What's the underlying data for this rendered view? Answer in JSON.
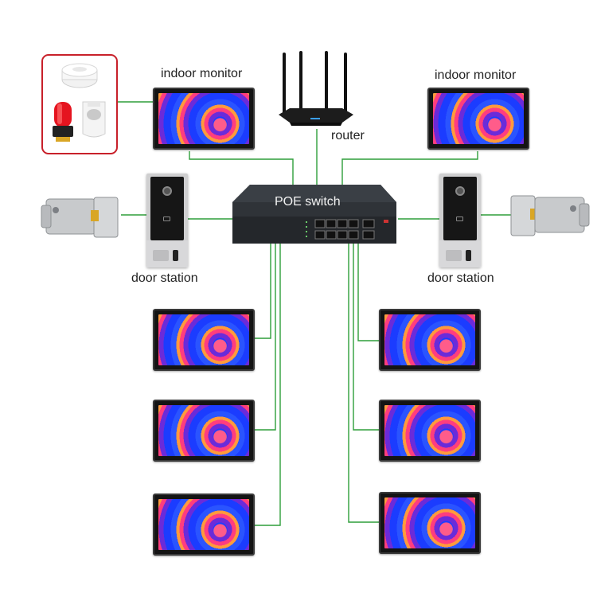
{
  "labels": {
    "indoor_monitor_left": "indoor monitor",
    "indoor_monitor_right": "indoor monitor",
    "router": "router",
    "poe_switch": "POE switch",
    "door_station_left": "door station",
    "door_station_right": "door station"
  },
  "colors": {
    "wire": "#2e9e3a",
    "alarm_border": "#c8202a",
    "switch_body": "#2f3338"
  },
  "icons": [
    "smoke-detector-icon",
    "alarm-siren-icon",
    "pir-sensor-icon",
    "router-icon",
    "poe-switch-icon",
    "door-station-icon",
    "electric-lock-icon",
    "indoor-monitor-icon"
  ]
}
